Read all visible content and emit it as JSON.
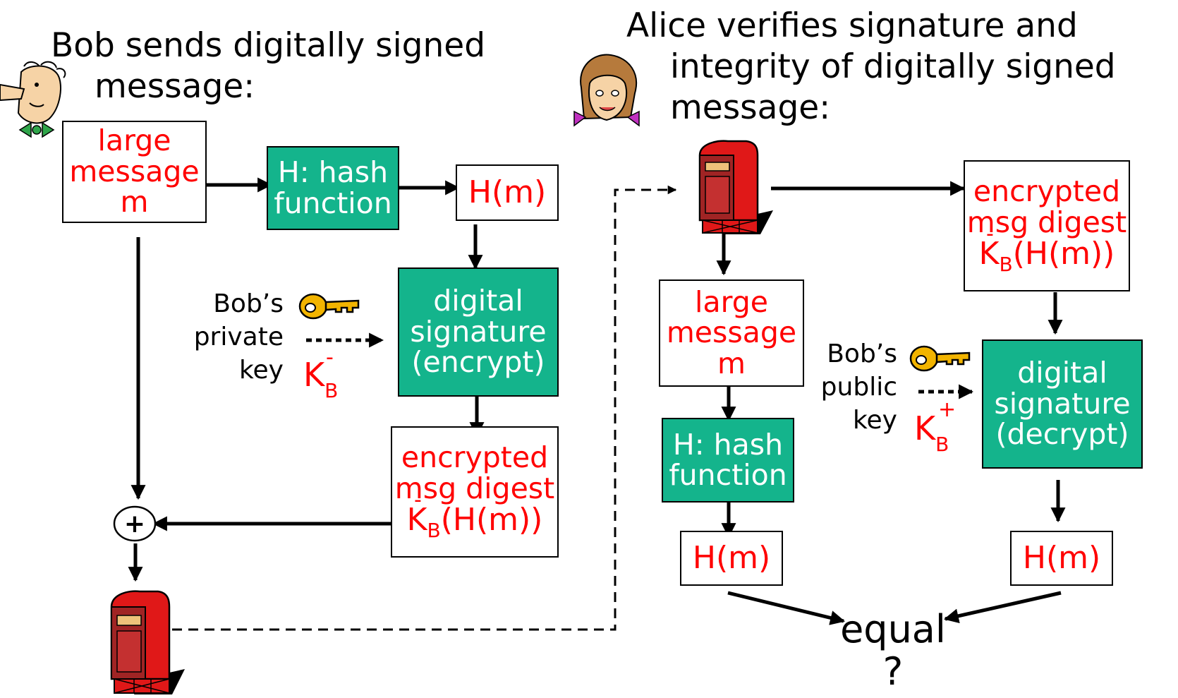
{
  "bob": {
    "title_line1": "Bob sends digitally signed",
    "title_line2": "message:",
    "large_message": [
      "large",
      "message",
      "m"
    ],
    "hash_function": [
      "H: hash",
      "function"
    ],
    "hm": "H(m)",
    "digital_signature": [
      "digital",
      "signature",
      "(encrypt)"
    ],
    "key_label": [
      "Bob’s",
      "private",
      "key"
    ],
    "key_symbol": "K",
    "key_sub": "B",
    "key_sign": "-",
    "encrypted_digest": [
      "encrypted",
      "msg digest"
    ],
    "encrypted_formula_k": "K",
    "encrypted_formula_sub": "B",
    "encrypted_formula_sign": "-",
    "encrypted_formula_rest": "(H(m))",
    "plus": "+"
  },
  "alice": {
    "title_line1": "Alice verifies signature and",
    "title_line2": "integrity of digitally signed",
    "title_line3": "message:",
    "encrypted_digest": [
      "encrypted",
      "msg digest"
    ],
    "encrypted_formula_k": "K",
    "encrypted_formula_sub": "B",
    "encrypted_formula_sign": "-",
    "encrypted_formula_rest": "(H(m))",
    "large_message": [
      "large",
      "message",
      "m"
    ],
    "hash_function": [
      "H: hash",
      "function"
    ],
    "hm_left": "H(m)",
    "hm_right": "H(m)",
    "digital_signature": [
      "digital",
      "signature",
      "(decrypt)"
    ],
    "key_label": [
      "Bob’s",
      "public",
      "key"
    ],
    "key_symbol": "K",
    "key_sub": "B",
    "key_sign": "+",
    "equal": "equal",
    "question": "?"
  },
  "icons": [
    "bob-avatar",
    "alice-avatar",
    "private-key-icon",
    "public-key-icon",
    "mailbox-icon"
  ],
  "colors": {
    "box_fill_green": "#14b48c",
    "text_red": "#ff0000",
    "border": "#000000"
  }
}
